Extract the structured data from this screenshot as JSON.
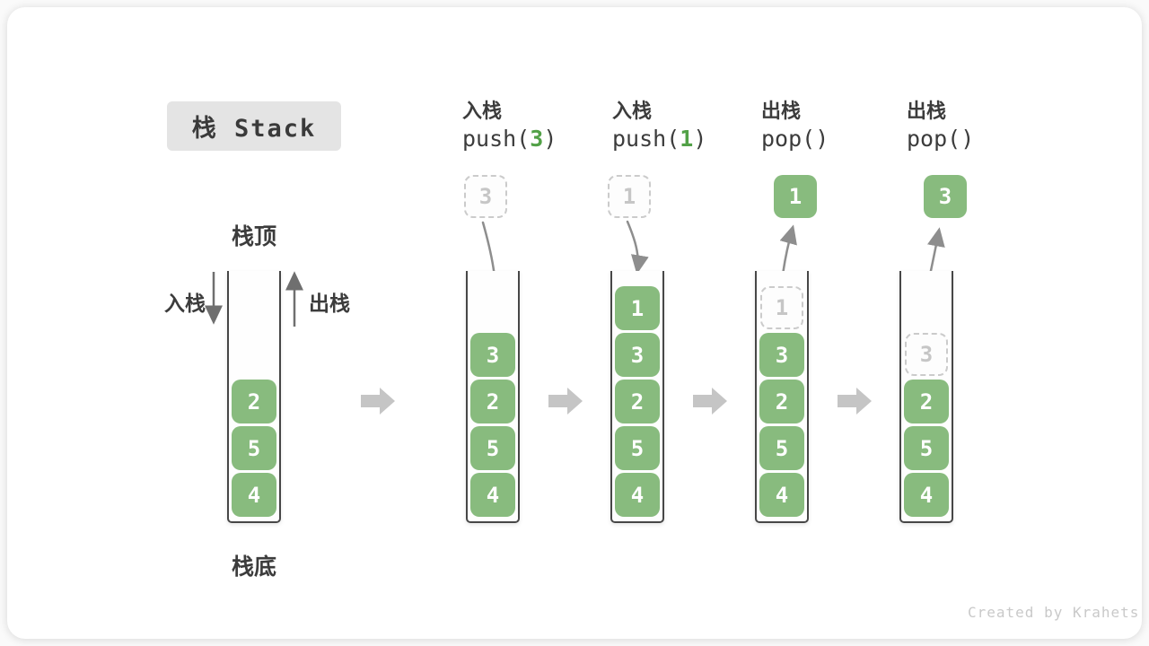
{
  "title": "栈 Stack",
  "watermark": "Created by Krahets",
  "labels": {
    "stack_top": "栈顶",
    "stack_bottom": "栈底",
    "push": "入栈",
    "pop": "出栈"
  },
  "colors": {
    "block_green": "#88bb7e",
    "arg_green": "#52a147",
    "text_dark": "#3c3c3c",
    "title_bg": "#e4e4e4",
    "dashed_border": "#cbcbcb",
    "dashed_text": "#c6c6c6",
    "flow_arrow_gray": "#c5c5c5",
    "motion_arrow_gray": "#8e8e8e",
    "well_wall": "#474747",
    "watermark_gray": "#c9c9c9"
  },
  "columns": [
    {
      "name": "initial-stack",
      "op_label": "",
      "op_code": null,
      "floating": null,
      "motion": null,
      "cells": [
        null,
        null,
        {
          "value": "2",
          "style": "solid"
        },
        {
          "value": "5",
          "style": "solid"
        },
        {
          "value": "4",
          "style": "solid"
        }
      ]
    },
    {
      "name": "push-3",
      "op_label": "入栈",
      "op_code": {
        "prefix": "push(",
        "arg": "3",
        "suffix": ")"
      },
      "floating": {
        "value": "3",
        "style": "dashed"
      },
      "motion": "push",
      "cells": [
        null,
        {
          "value": "3",
          "style": "solid"
        },
        {
          "value": "2",
          "style": "solid"
        },
        {
          "value": "5",
          "style": "solid"
        },
        {
          "value": "4",
          "style": "solid"
        }
      ]
    },
    {
      "name": "push-1",
      "op_label": "入栈",
      "op_code": {
        "prefix": "push(",
        "arg": "1",
        "suffix": ")"
      },
      "floating": {
        "value": "1",
        "style": "dashed"
      },
      "motion": "push",
      "cells": [
        {
          "value": "1",
          "style": "solid"
        },
        {
          "value": "3",
          "style": "solid"
        },
        {
          "value": "2",
          "style": "solid"
        },
        {
          "value": "5",
          "style": "solid"
        },
        {
          "value": "4",
          "style": "solid"
        }
      ]
    },
    {
      "name": "pop-1",
      "op_label": "出栈",
      "op_code": {
        "prefix": "pop(",
        "arg": "",
        "suffix": ")"
      },
      "floating": {
        "value": "1",
        "style": "solid"
      },
      "motion": "pop",
      "cells": [
        {
          "value": "1",
          "style": "dashed"
        },
        {
          "value": "3",
          "style": "solid"
        },
        {
          "value": "2",
          "style": "solid"
        },
        {
          "value": "5",
          "style": "solid"
        },
        {
          "value": "4",
          "style": "solid"
        }
      ]
    },
    {
      "name": "pop-3",
      "op_label": "出栈",
      "op_code": {
        "prefix": "pop(",
        "arg": "",
        "suffix": ")"
      },
      "floating": {
        "value": "3",
        "style": "solid"
      },
      "motion": "pop",
      "cells": [
        null,
        {
          "value": "3",
          "style": "dashed"
        },
        {
          "value": "2",
          "style": "solid"
        },
        {
          "value": "5",
          "style": "solid"
        },
        {
          "value": "4",
          "style": "solid"
        }
      ]
    }
  ]
}
